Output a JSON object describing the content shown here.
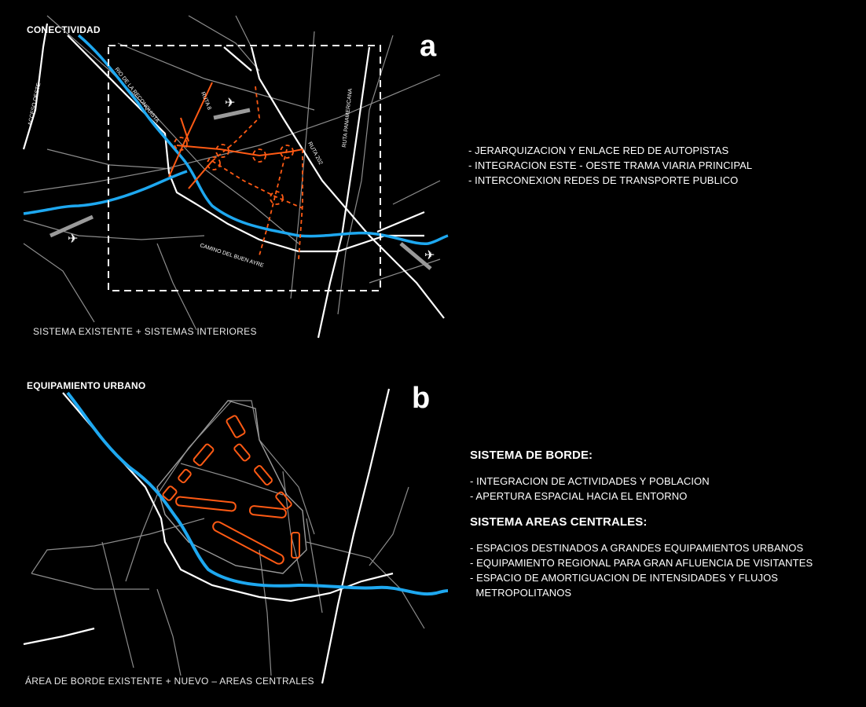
{
  "panel_a": {
    "title": "CONECTIVIDAD",
    "letter": "a",
    "caption": "SISTEMA EXISTENTE + SISTEMAS INTERIORES",
    "street_labels": {
      "acceso_oeste": "ACCESO OESTE",
      "rio_reconquista": "RIO DE LA RECONQUISTA",
      "ruta_8": "RUTA 8",
      "ruta_202": "RUTA 202",
      "ruta_panamericana": "RUTA PANAMERICANA",
      "camino_buen_ayre": "CAMINO DEL BUEN AYRE"
    },
    "notes": [
      "- JERARQUIZACION Y ENLACE  RED DE AUTOPISTAS",
      "- INTEGRACION ESTE - OESTE TRAMA VIARIA PRINCIPAL",
      "- INTERCONEXION REDES DE TRANSPORTE PUBLICO"
    ]
  },
  "panel_b": {
    "title": "EQUIPAMIENTO URBANO",
    "letter": "b",
    "caption": "ÁREA DE BORDE EXISTENTE + NUEVO – AREAS CENTRALES",
    "sections": [
      {
        "heading": "SISTEMA DE BORDE:",
        "items": [
          "- INTEGRACION DE ACTIVIDADES Y POBLACION",
          "- APERTURA ESPACIAL HACIA EL ENTORNO"
        ]
      },
      {
        "heading": "SISTEMA AREAS CENTRALES:",
        "items": [
          "- ESPACIOS DESTINADOS A GRANDES EQUIPAMIENTOS URBANOS",
          "- EQUIPAMIENTO REGIONAL PARA GRAN AFLUENCIA DE VISITANTES",
          "- ESPACIO DE AMORTIGUACION DE INTENSIDADES Y FLUJOS",
          "  METROPOLITANOS"
        ]
      }
    ]
  },
  "colors": {
    "background": "#000000",
    "river": "#1ea8f0",
    "road_main": "#ffffff",
    "road_secondary": "#9a9a9a",
    "proposal": "#ff5a14"
  },
  "icons": {
    "airport": "airplane-icon"
  }
}
